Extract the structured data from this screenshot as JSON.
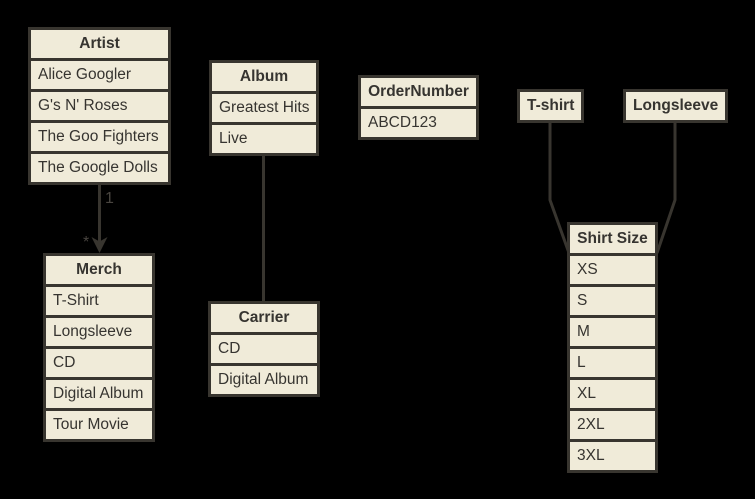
{
  "diagram": {
    "background_color": "#000000",
    "node_fill_color": "#f0ebd9",
    "node_border_color": "#38352f",
    "node_text_color": "#363430",
    "edge_color": "#38352f",
    "edge_label_color": "#494540",
    "tables": {
      "artist": {
        "header": "Artist",
        "rows": [
          "Alice Googler",
          "G's N' Roses",
          "The Goo Fighters",
          "The Google Dolls"
        ]
      },
      "album": {
        "header": "Album",
        "rows": [
          "Greatest Hits",
          "Live"
        ]
      },
      "order_number": {
        "header": "OrderNumber",
        "rows": [
          "ABCD123"
        ]
      },
      "tshirt": {
        "header": "T-shirt",
        "rows": []
      },
      "longsleeve": {
        "header": "Longsleeve",
        "rows": []
      },
      "merch": {
        "header": "Merch",
        "rows": [
          "T-Shirt",
          "Longsleeve",
          "CD",
          "Digital Album",
          "Tour Movie"
        ]
      },
      "carrier": {
        "header": "Carrier",
        "rows": [
          "CD",
          "Digital Album"
        ]
      },
      "shirt_size": {
        "header": "Shirt Size",
        "rows": [
          "XS",
          "S",
          "M",
          "L",
          "XL",
          "2XL",
          "3XL"
        ]
      }
    },
    "edge_labels": {
      "artist_merch_source": "1",
      "artist_merch_target": "*"
    }
  }
}
